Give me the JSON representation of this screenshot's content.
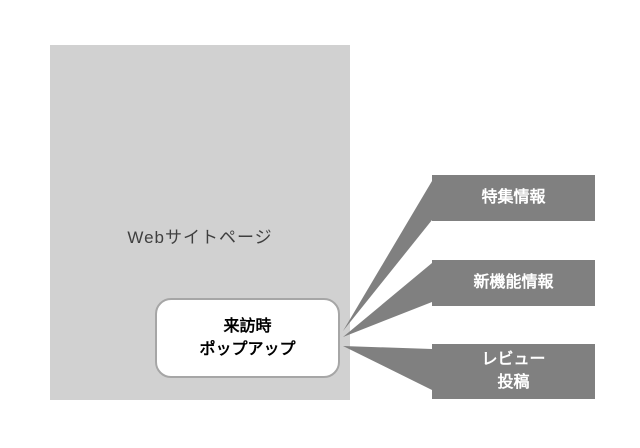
{
  "colors": {
    "page_bg": "#ffffff",
    "website_panel_bg": "#d1d1d1",
    "website_text": "#3f3f3f",
    "popup_bg": "#ffffff",
    "popup_border": "#a6a6a6",
    "popup_text": "#000000",
    "box_bg": "#808080",
    "box_text": "#ffffff",
    "connector": "#808080"
  },
  "website_panel": {
    "label": "Webサイトページ"
  },
  "popup": {
    "label": "来訪時\nポップアップ"
  },
  "boxes": [
    {
      "label": "特集情報"
    },
    {
      "label": "新機能情報"
    },
    {
      "label": "レビュー\n投稿"
    }
  ]
}
